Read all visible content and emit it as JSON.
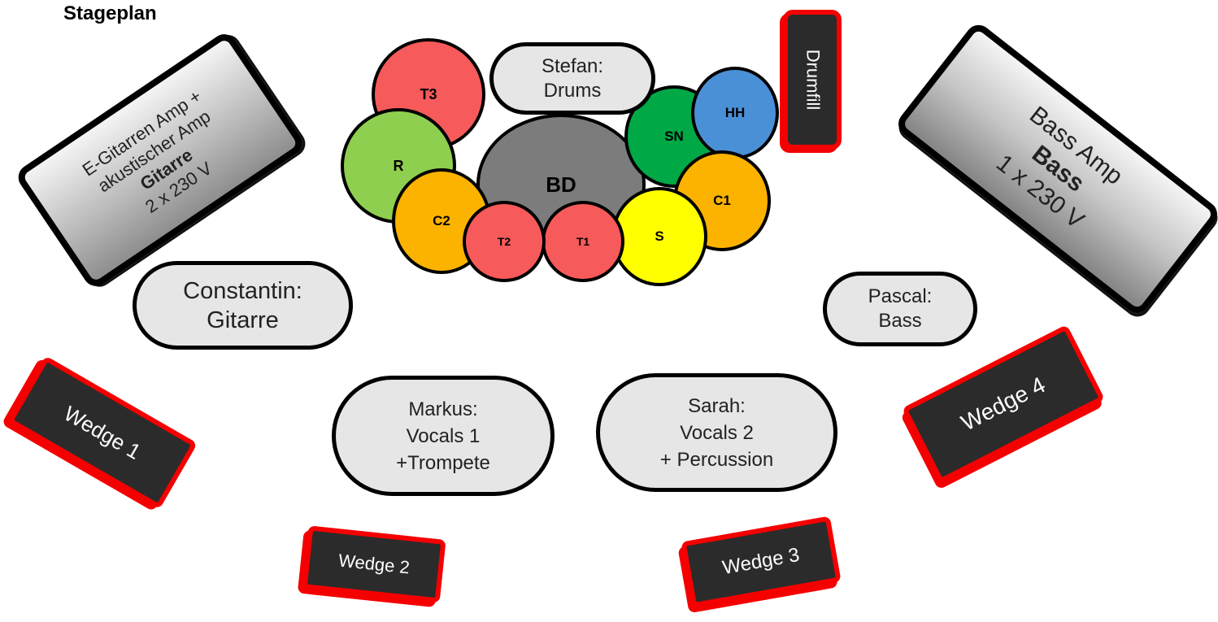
{
  "title": "Stageplan",
  "drums": {
    "T3": "T3",
    "R": "R",
    "C2": "C2",
    "T2": "T2",
    "T1": "T1",
    "BD": "BD",
    "S": "S",
    "SN": "SN",
    "HH": "HH",
    "C1": "C1"
  },
  "colors": {
    "red": "#f75a5a",
    "green": "#8fcf4f",
    "orange": "#fbb300",
    "gray": "#7c7c7c",
    "yellow": "#ffff00",
    "darkgreen": "#00a846",
    "blue": "#4a90d6",
    "wedge_border": "#f50000",
    "wedge_fill": "#2b2b2b",
    "pill_fill": "#e6e6e6"
  },
  "people": {
    "stefan": [
      "Stefan:",
      "Drums"
    ],
    "constantin": [
      "Constantin:",
      "Gitarre"
    ],
    "pascal": [
      "Pascal:",
      "Bass"
    ],
    "markus": [
      "Markus:",
      "Vocals 1",
      "+Trompete"
    ],
    "sarah": [
      "Sarah:",
      "Vocals 2",
      "+ Percussion"
    ]
  },
  "amps": {
    "guitar": [
      "E-Gitarren Amp +",
      "akustischer  Amp",
      "Gitarre",
      "2 x 230 V"
    ],
    "bass": [
      "Bass Amp",
      "Bass",
      "1 x 230 V"
    ]
  },
  "wedges": {
    "drumfill": "Drumfill",
    "wedge1": "Wedge 1",
    "wedge2": "Wedge 2",
    "wedge3": "Wedge 3",
    "wedge4": "Wedge 4"
  }
}
